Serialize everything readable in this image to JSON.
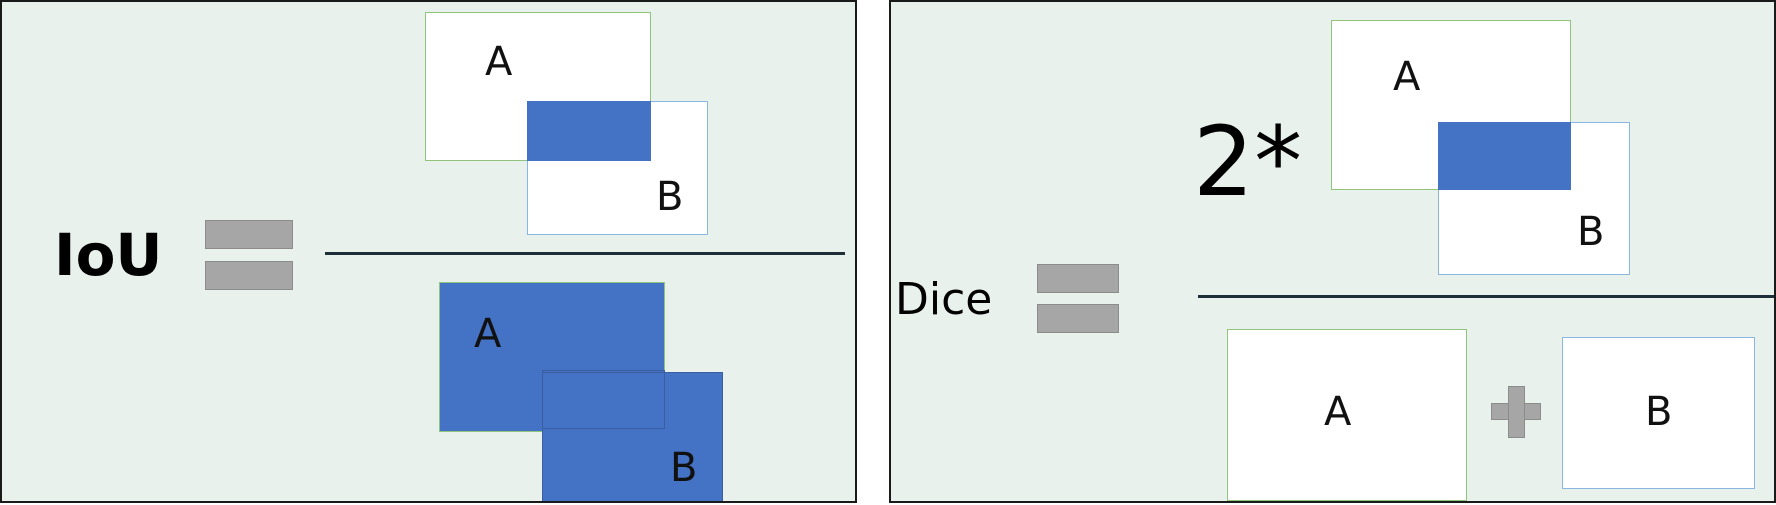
{
  "iou": {
    "label": "IoU",
    "numerator": {
      "a_label": "A",
      "b_label": "B"
    },
    "denominator": {
      "a_label": "A",
      "b_label": "B"
    }
  },
  "dice": {
    "label": "Dice",
    "multiplier": "2*",
    "numerator": {
      "a_label": "A",
      "b_label": "B"
    },
    "denominator": {
      "a_label": "A",
      "b_label": "B"
    }
  },
  "colors": {
    "background": "#e8f1ec",
    "fill_blue": "#4472c4",
    "border_green": "#8fc47a",
    "border_blue": "#8ab6e3",
    "operator_gray": "#a6a6a6",
    "fraction_line": "#1e2f3a"
  }
}
